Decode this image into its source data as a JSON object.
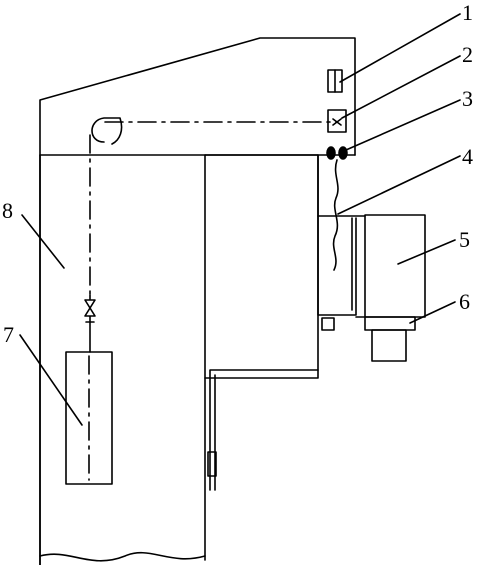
{
  "labels": [
    {
      "id": "1",
      "text": "1"
    },
    {
      "id": "2",
      "text": "2"
    },
    {
      "id": "3",
      "text": "3"
    },
    {
      "id": "4",
      "text": "4"
    },
    {
      "id": "5",
      "text": "5"
    },
    {
      "id": "6",
      "text": "6"
    },
    {
      "id": "7",
      "text": "7"
    },
    {
      "id": "8",
      "text": "8"
    }
  ],
  "colors": {
    "stroke": "#000000",
    "background": "#ffffff"
  }
}
